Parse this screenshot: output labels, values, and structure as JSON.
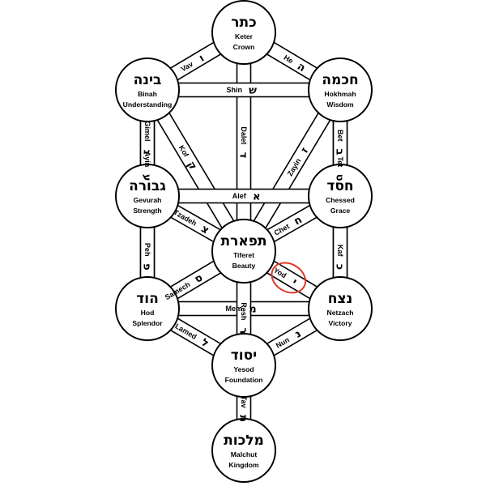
{
  "sefirot": [
    {
      "id": "keter",
      "hebrew": "כתר",
      "name": "Keter",
      "meaning": "Crown"
    },
    {
      "id": "chokhmah",
      "hebrew": "חכמה",
      "name": "Hokhmah",
      "meaning": "Wisdom"
    },
    {
      "id": "binah",
      "hebrew": "בינה",
      "name": "Binah",
      "meaning": "Understanding"
    },
    {
      "id": "chesed",
      "hebrew": "חסד",
      "name": "Chessed",
      "meaning": "Grace"
    },
    {
      "id": "gevurah",
      "hebrew": "גבורה",
      "name": "Gevurah",
      "meaning": "Strength"
    },
    {
      "id": "tiferet",
      "hebrew": "תפארת",
      "name": "Tiferet",
      "meaning": "Beauty"
    },
    {
      "id": "netzach",
      "hebrew": "נצח",
      "name": "Netzach",
      "meaning": "Victory"
    },
    {
      "id": "hod",
      "hebrew": "הוד",
      "name": "Hod",
      "meaning": "Splendor"
    },
    {
      "id": "yesod",
      "hebrew": "יסוד",
      "name": "Yesod",
      "meaning": "Foundation"
    },
    {
      "id": "malchut",
      "hebrew": "מלכות",
      "name": "Malchut",
      "meaning": "Kingdom"
    }
  ],
  "paths": [
    {
      "id": "vav",
      "from": "keter",
      "to": "binah",
      "name": "Vav",
      "letter": "ו"
    },
    {
      "id": "he",
      "from": "keter",
      "to": "chokhmah",
      "name": "He",
      "letter": "ה"
    },
    {
      "id": "dalet",
      "from": "keter",
      "to": "tiferet",
      "name": "Dalet",
      "letter": "ד"
    },
    {
      "id": "shin",
      "from": "binah",
      "to": "chokhmah",
      "name": "Shin",
      "letter": "ש"
    },
    {
      "id": "kof",
      "from": "binah",
      "to": "tiferet",
      "name": "Kof",
      "letter": "ק"
    },
    {
      "id": "zayin",
      "from": "chokhmah",
      "to": "tiferet",
      "name": "Zayin",
      "letter": "ז"
    },
    {
      "id": "gimel",
      "from": "binah",
      "to": "gevurah",
      "name": "Gimel",
      "letter": "ג"
    },
    {
      "id": "bet",
      "from": "chokhmah",
      "to": "chesed",
      "name": "Bet",
      "letter": "ב"
    },
    {
      "id": "ayin",
      "from": "binah",
      "to": "hod",
      "name": "Ayin",
      "letter": "ע"
    },
    {
      "id": "tet",
      "from": "chokhmah",
      "to": "netzach",
      "name": "Tet",
      "letter": "ט"
    },
    {
      "id": "alef",
      "from": "gevurah",
      "to": "chesed",
      "name": "Alef",
      "letter": "א"
    },
    {
      "id": "tzadeh",
      "from": "gevurah",
      "to": "tiferet",
      "name": "Tzadeh",
      "letter": "צ"
    },
    {
      "id": "chet",
      "from": "chesed",
      "to": "tiferet",
      "name": "Chet",
      "letter": "ח"
    },
    {
      "id": "peh",
      "from": "gevurah",
      "to": "hod",
      "name": "Peh",
      "letter": "פ"
    },
    {
      "id": "kaf",
      "from": "chesed",
      "to": "netzach",
      "name": "Kaf",
      "letter": "כ"
    },
    {
      "id": "samech",
      "from": "tiferet",
      "to": "hod",
      "name": "Samech",
      "letter": "ס"
    },
    {
      "id": "yod",
      "from": "tiferet",
      "to": "netzach",
      "name": "Yod",
      "letter": "י",
      "highlighted": true
    },
    {
      "id": "mem",
      "from": "hod",
      "to": "netzach",
      "name": "Mem",
      "letter": "מ"
    },
    {
      "id": "resh",
      "from": "tiferet",
      "to": "yesod",
      "name": "Resh",
      "letter": "ר"
    },
    {
      "id": "lamed",
      "from": "hod",
      "to": "yesod",
      "name": "Lamed",
      "letter": "ל"
    },
    {
      "id": "nun",
      "from": "netzach",
      "to": "yesod",
      "name": "Nun",
      "letter": "נ"
    },
    {
      "id": "tav",
      "from": "yesod",
      "to": "malchut",
      "name": "Tav",
      "letter": "ת"
    }
  ],
  "colors": {
    "line": "#000000",
    "fill": "#ffffff",
    "highlight": "#e0392b"
  }
}
